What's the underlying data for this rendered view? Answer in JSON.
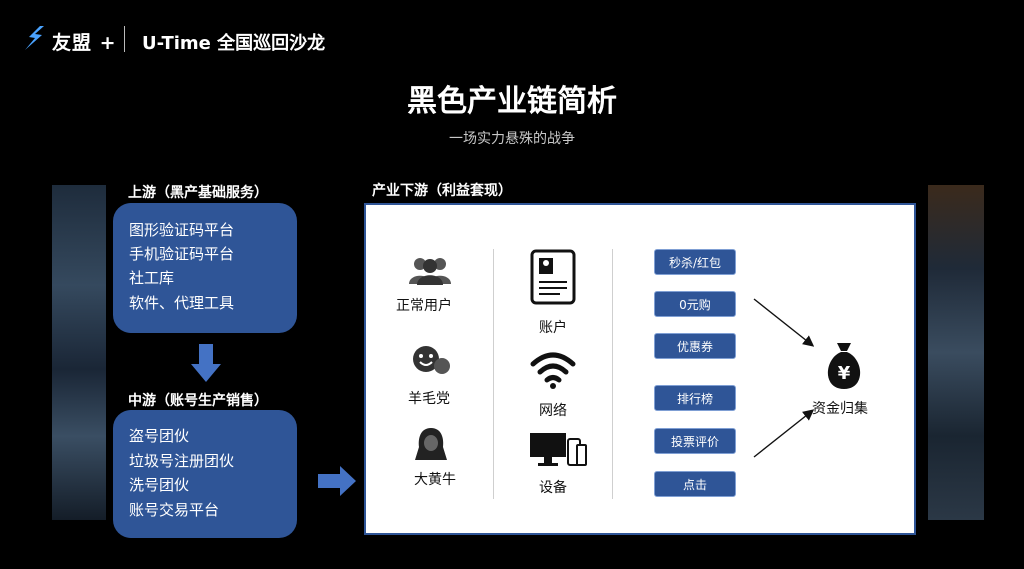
{
  "header": {
    "brand": "友盟 +",
    "event": "U-Time 全国巡回沙龙"
  },
  "title": "黑色产业链简析",
  "subtitle": "一场实力悬殊的战争",
  "upstream": {
    "label": "上游（黑产基础服务）",
    "items": [
      "图形验证码平台",
      "手机验证码平台",
      "社工库",
      "软件、代理工具"
    ]
  },
  "midstream": {
    "label": "中游（账号生产销售）",
    "items": [
      "盗号团伙",
      "垃圾号注册团伙",
      "洗号团伙",
      "账号交易平台"
    ]
  },
  "downstream": {
    "label": "产业下游（利益套现）",
    "actors": [
      "正常用户",
      "羊毛党",
      "大黄牛"
    ],
    "resources": [
      "账户",
      "网络",
      "设备"
    ],
    "scenarios": [
      "秒杀/红包",
      "0元购",
      "优惠券",
      "排行榜",
      "投票评价",
      "点击"
    ],
    "result": "资金归集"
  },
  "colors": {
    "box_blue": "#2f5597",
    "background": "#000000",
    "panel": "#ffffff"
  }
}
